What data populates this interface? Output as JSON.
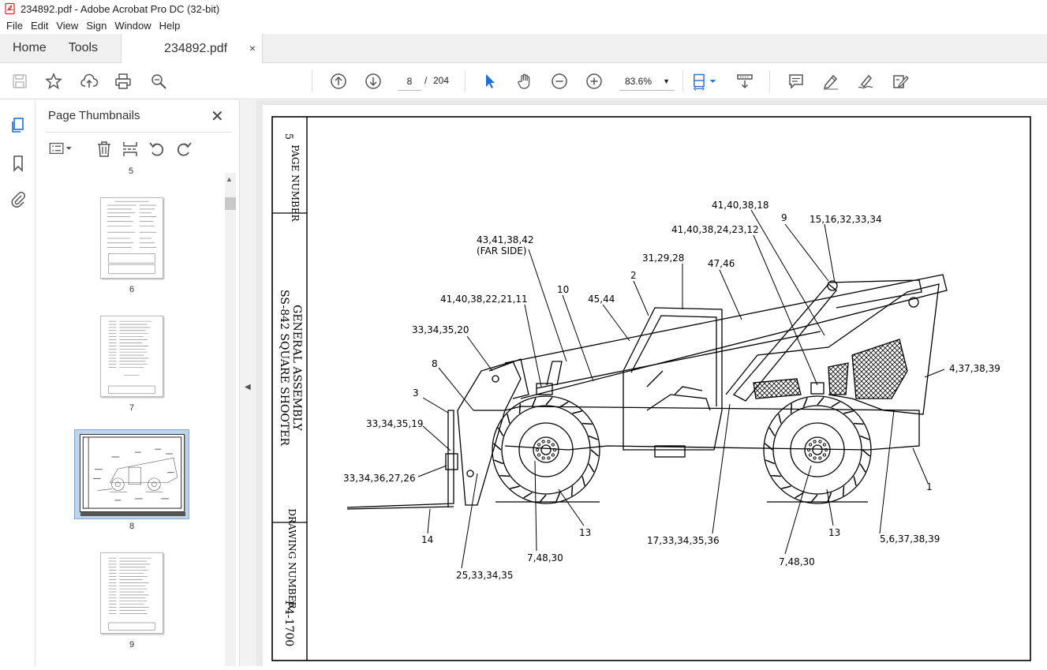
{
  "window": {
    "title": "234892.pdf - Adobe Acrobat Pro DC (32-bit)"
  },
  "menu": [
    "File",
    "Edit",
    "View",
    "Sign",
    "Window",
    "Help"
  ],
  "tabs": {
    "home": "Home",
    "tools": "Tools",
    "document": "234892.pdf",
    "close": "×"
  },
  "nav": {
    "current_page": "8",
    "separator": "/",
    "total_pages": "204",
    "zoom": "83.6%"
  },
  "thumbnails_panel": {
    "title": "Page Thumbnails",
    "close": "✕",
    "top_partial_label": "5",
    "pages": [
      {
        "label": "6"
      },
      {
        "label": "7"
      },
      {
        "label": "8",
        "selected": true
      },
      {
        "label": "9"
      }
    ]
  },
  "drawing": {
    "title_block": {
      "page_number_label": "PAGE NUMBER",
      "page_number": "5",
      "title": "GENERAL ASSEMBLY",
      "subtitle": "SS-842 SQUARE SHOOTER",
      "drawing_number_label": "DRAWING NUMBER",
      "drawing_number": "P4-1700"
    },
    "callouts": {
      "c1": "41,40,38,18",
      "c2": "9",
      "c3": "15,16,32,33,34",
      "c4": "41,40,38,24,23,12",
      "c5": "43,41,38,42",
      "c6": "(FAR SIDE)",
      "c7": "31,29,28",
      "c8": "47,46",
      "c9": "2",
      "c10": "41,40,38,22,21,11",
      "c11": "10",
      "c12": "45,44",
      "c13": "33,34,35,20",
      "c14": "8",
      "c15": "4,37,38,39",
      "c16": "3",
      "c17": "33,34,35,19",
      "c18": "33,34,36,27,26",
      "c19": "1",
      "c20": "14",
      "c21": "13",
      "c22": "13",
      "c23": "17,33,34,35,36",
      "c24": "5,6,37,38,39",
      "c25": "7,48,30",
      "c26": "7,48,30",
      "c27": "25,33,34,35"
    }
  }
}
